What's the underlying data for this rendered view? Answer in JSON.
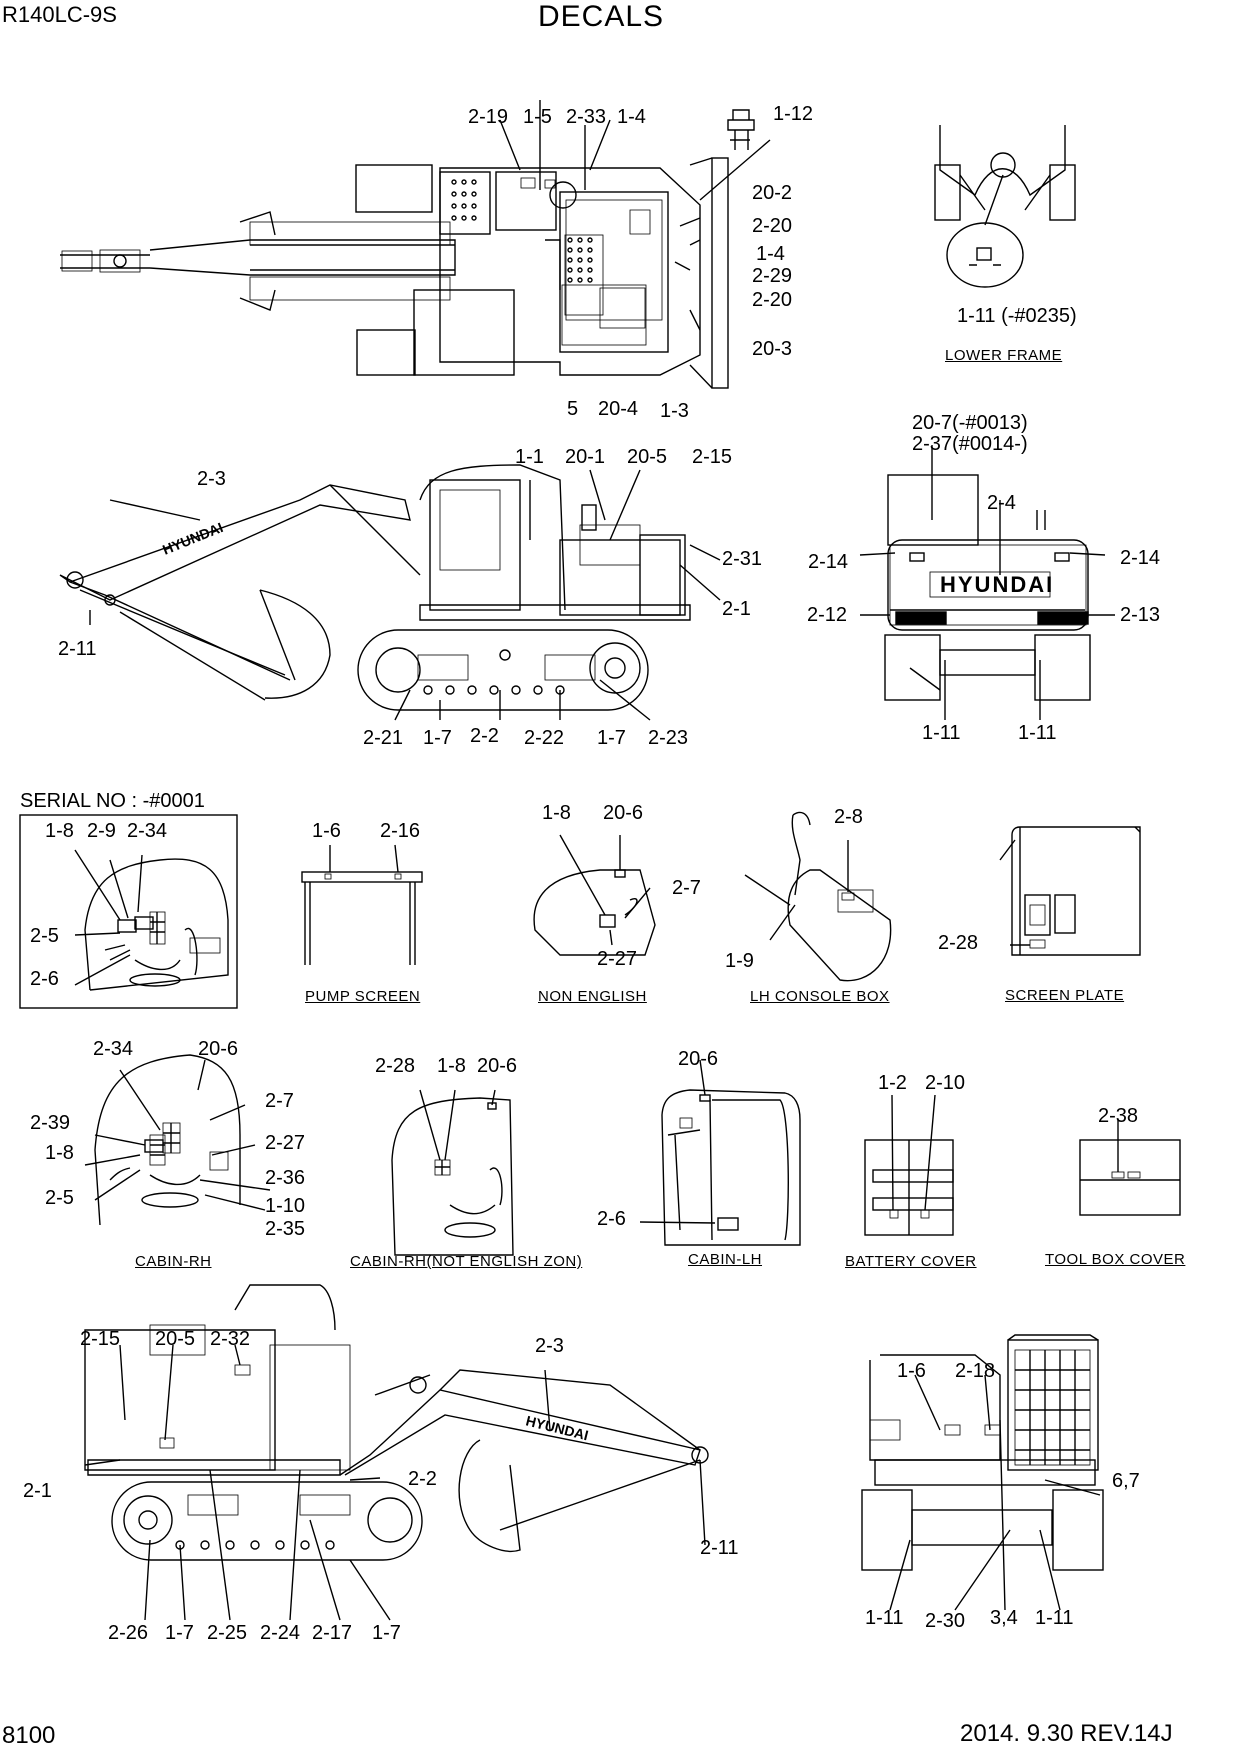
{
  "header": {
    "model": "R140LC-9S",
    "title": "DECALS"
  },
  "footer": {
    "page": "8100",
    "revision": "2014. 9.30  REV.14J"
  },
  "brand": "HYUNDAI",
  "serial_box": {
    "title": "SERIAL NO : -#0001"
  },
  "captions": {
    "lower_frame": "LOWER FRAME",
    "pump_screen": "PUMP SCREEN",
    "non_english": "NON ENGLISH",
    "lh_console": "LH CONSOLE BOX",
    "screen_plate": "SCREEN PLATE",
    "cabin_rh": "CABIN-RH",
    "cabin_rh_ne": "CABIN-RH(NOT ENGLISH ZON)",
    "cabin_lh": "CABIN-LH",
    "battery_cover": "BATTERY COVER",
    "tool_box_cover": "TOOL BOX COVER"
  },
  "callouts": {
    "top": [
      "2-19",
      "1-5",
      "2-33",
      "1-4",
      "1-12",
      "20-2",
      "2-20",
      "1-4",
      "2-29",
      "2-20",
      "20-3",
      "5",
      "20-4",
      "1-3"
    ],
    "lower_frame": [
      "1-11 (-#0235)"
    ],
    "side": [
      "1-1",
      "20-1",
      "20-5",
      "2-15",
      "2-3",
      "2-31",
      "2-1",
      "2-11",
      "2-21",
      "1-7",
      "2-2",
      "2-22",
      "1-7",
      "2-23"
    ],
    "rear": [
      "20-7(-#0013)",
      "2-37(#0014-)",
      "2-4",
      "2-14",
      "2-14",
      "2-12",
      "2-13",
      "1-11",
      "1-11"
    ],
    "serial": [
      "1-8",
      "2-9",
      "2-34",
      "2-5",
      "2-6"
    ],
    "pump": [
      "1-6",
      "2-16"
    ],
    "non_english": [
      "1-8",
      "20-6",
      "2-7",
      "2-27"
    ],
    "console": [
      "2-8",
      "1-9"
    ],
    "screen_plate": [
      "2-28"
    ],
    "cabin_rh": [
      "2-34",
      "20-6",
      "2-7",
      "2-39",
      "2-27",
      "1-8",
      "2-36",
      "2-5",
      "1-10",
      "2-35"
    ],
    "cabin_rh_ne": [
      "2-28",
      "1-8",
      "20-6"
    ],
    "cabin_lh": [
      "20-6",
      "2-6"
    ],
    "battery": [
      "1-2",
      "2-10"
    ],
    "toolbox": [
      "2-38"
    ],
    "side2": [
      "2-15",
      "20-5",
      "2-32",
      "2-3",
      "2-2",
      "2-1",
      "2-11",
      "2-26",
      "1-7",
      "2-25",
      "2-24",
      "2-17",
      "1-7"
    ],
    "front": [
      "1-6",
      "2-18",
      "6,7",
      "1-11",
      "2-30",
      "3,4",
      "1-11"
    ]
  }
}
